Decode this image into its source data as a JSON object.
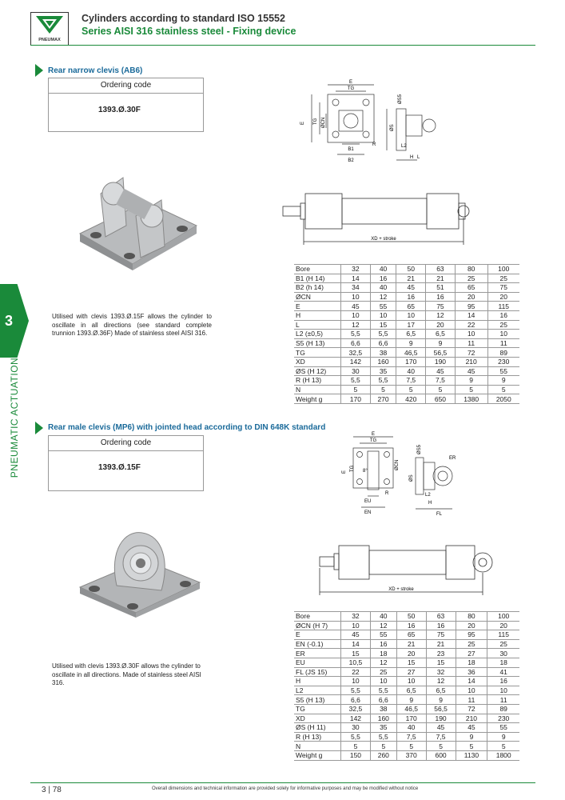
{
  "header": {
    "title": "Cylinders according to standard ISO 15552",
    "subtitle": "Series AISI 316 stainless steel - Fixing device",
    "logo_text": "PNEUMAX",
    "accent_color": "#1a8a3a"
  },
  "sidebar": {
    "chapter": "3",
    "label": "PNEUMATIC ACTUATION"
  },
  "section1": {
    "title": "Rear narrow clevis (AB6)",
    "ordering_label": "Ordering code",
    "code": "1393.Ø.30F",
    "description": "Utilised with clevis 1393.Ø.15F allows the cylinder to oscillate in all directions (see standard complete trunnion 1393.Ø.36F) Made of stainless steel AISI 316.",
    "drawing_labels": {
      "E": "E",
      "TG": "TG",
      "CN": "ØCN",
      "B1": "B1",
      "B2": "B2",
      "R": "R",
      "S5": "ØS5",
      "S": "ØS",
      "L2": "L2",
      "H": "H",
      "L": "L",
      "XD": "XD + stroke"
    },
    "table": [
      [
        "Bore",
        "32",
        "40",
        "50",
        "63",
        "80",
        "100"
      ],
      [
        "B1 (H 14)",
        "14",
        "16",
        "21",
        "21",
        "25",
        "25"
      ],
      [
        "B2 (h 14)",
        "34",
        "40",
        "45",
        "51",
        "65",
        "75"
      ],
      [
        "ØCN",
        "10",
        "12",
        "16",
        "16",
        "20",
        "20"
      ],
      [
        "E",
        "45",
        "55",
        "65",
        "75",
        "95",
        "115"
      ],
      [
        "H",
        "10",
        "10",
        "10",
        "12",
        "14",
        "16"
      ],
      [
        "L",
        "12",
        "15",
        "17",
        "20",
        "22",
        "25"
      ],
      [
        "L2 (±0,5)",
        "5,5",
        "5,5",
        "6,5",
        "6,5",
        "10",
        "10"
      ],
      [
        "S5 (H 13)",
        "6,6",
        "6,6",
        "9",
        "9",
        "11",
        "11"
      ],
      [
        "TG",
        "32,5",
        "38",
        "46,5",
        "56,5",
        "72",
        "89"
      ],
      [
        "XD",
        "142",
        "160",
        "170",
        "190",
        "210",
        "230"
      ],
      [
        "ØS (H 12)",
        "30",
        "35",
        "40",
        "45",
        "45",
        "55"
      ],
      [
        "R (H 13)",
        "5,5",
        "5,5",
        "7,5",
        "7,5",
        "9",
        "9"
      ],
      [
        "N",
        "5",
        "5",
        "5",
        "5",
        "5",
        "5"
      ],
      [
        "Weight g",
        "170",
        "270",
        "420",
        "650",
        "1380",
        "2050"
      ]
    ]
  },
  "section2": {
    "title": "Rear male clevis (MP6) with jointed head according to DIN 648K standard",
    "ordering_label": "Ordering code",
    "code": "1393.Ø.15F",
    "description": "Utilised with clevis 1393.Ø.30F allows the cylinder to oscillate in all directions. Made of stainless steel AISI 316.",
    "drawing_labels": {
      "E": "E",
      "TG": "TG",
      "CN": "ØCN",
      "EU": "EU",
      "EN": "EN",
      "R": "R",
      "S5": "ØS5",
      "S": "ØS",
      "ER": "ER",
      "L2": "L2",
      "H": "H",
      "FL": "FL",
      "angle": "8°",
      "XD": "XD + stroke"
    },
    "table": [
      [
        "Bore",
        "32",
        "40",
        "50",
        "63",
        "80",
        "100"
      ],
      [
        "ØCN (H 7)",
        "10",
        "12",
        "16",
        "16",
        "20",
        "20"
      ],
      [
        "E",
        "45",
        "55",
        "65",
        "75",
        "95",
        "115"
      ],
      [
        "EN (-0.1)",
        "14",
        "16",
        "21",
        "21",
        "25",
        "25"
      ],
      [
        "ER",
        "15",
        "18",
        "20",
        "23",
        "27",
        "30"
      ],
      [
        "EU",
        "10,5",
        "12",
        "15",
        "15",
        "18",
        "18"
      ],
      [
        "FL (JS 15)",
        "22",
        "25",
        "27",
        "32",
        "36",
        "41"
      ],
      [
        "H",
        "10",
        "10",
        "10",
        "12",
        "14",
        "16"
      ],
      [
        "L2",
        "5,5",
        "5,5",
        "6,5",
        "6,5",
        "10",
        "10"
      ],
      [
        "S5 (H 13)",
        "6,6",
        "6,6",
        "9",
        "9",
        "11",
        "11"
      ],
      [
        "TG",
        "32,5",
        "38",
        "46,5",
        "56,5",
        "72",
        "89"
      ],
      [
        "XD",
        "142",
        "160",
        "170",
        "190",
        "210",
        "230"
      ],
      [
        "ØS (H 11)",
        "30",
        "35",
        "40",
        "45",
        "45",
        "55"
      ],
      [
        "R (H 13)",
        "5,5",
        "5,5",
        "7,5",
        "7,5",
        "9",
        "9"
      ],
      [
        "N",
        "5",
        "5",
        "5",
        "5",
        "5",
        "5"
      ],
      [
        "Weight g",
        "150",
        "260",
        "370",
        "600",
        "1130",
        "1800"
      ]
    ]
  },
  "footer": {
    "page": "3 | 78",
    "note": "Overall dimensions and technical information are provided solely for informative purposes and may be modified without notice"
  }
}
